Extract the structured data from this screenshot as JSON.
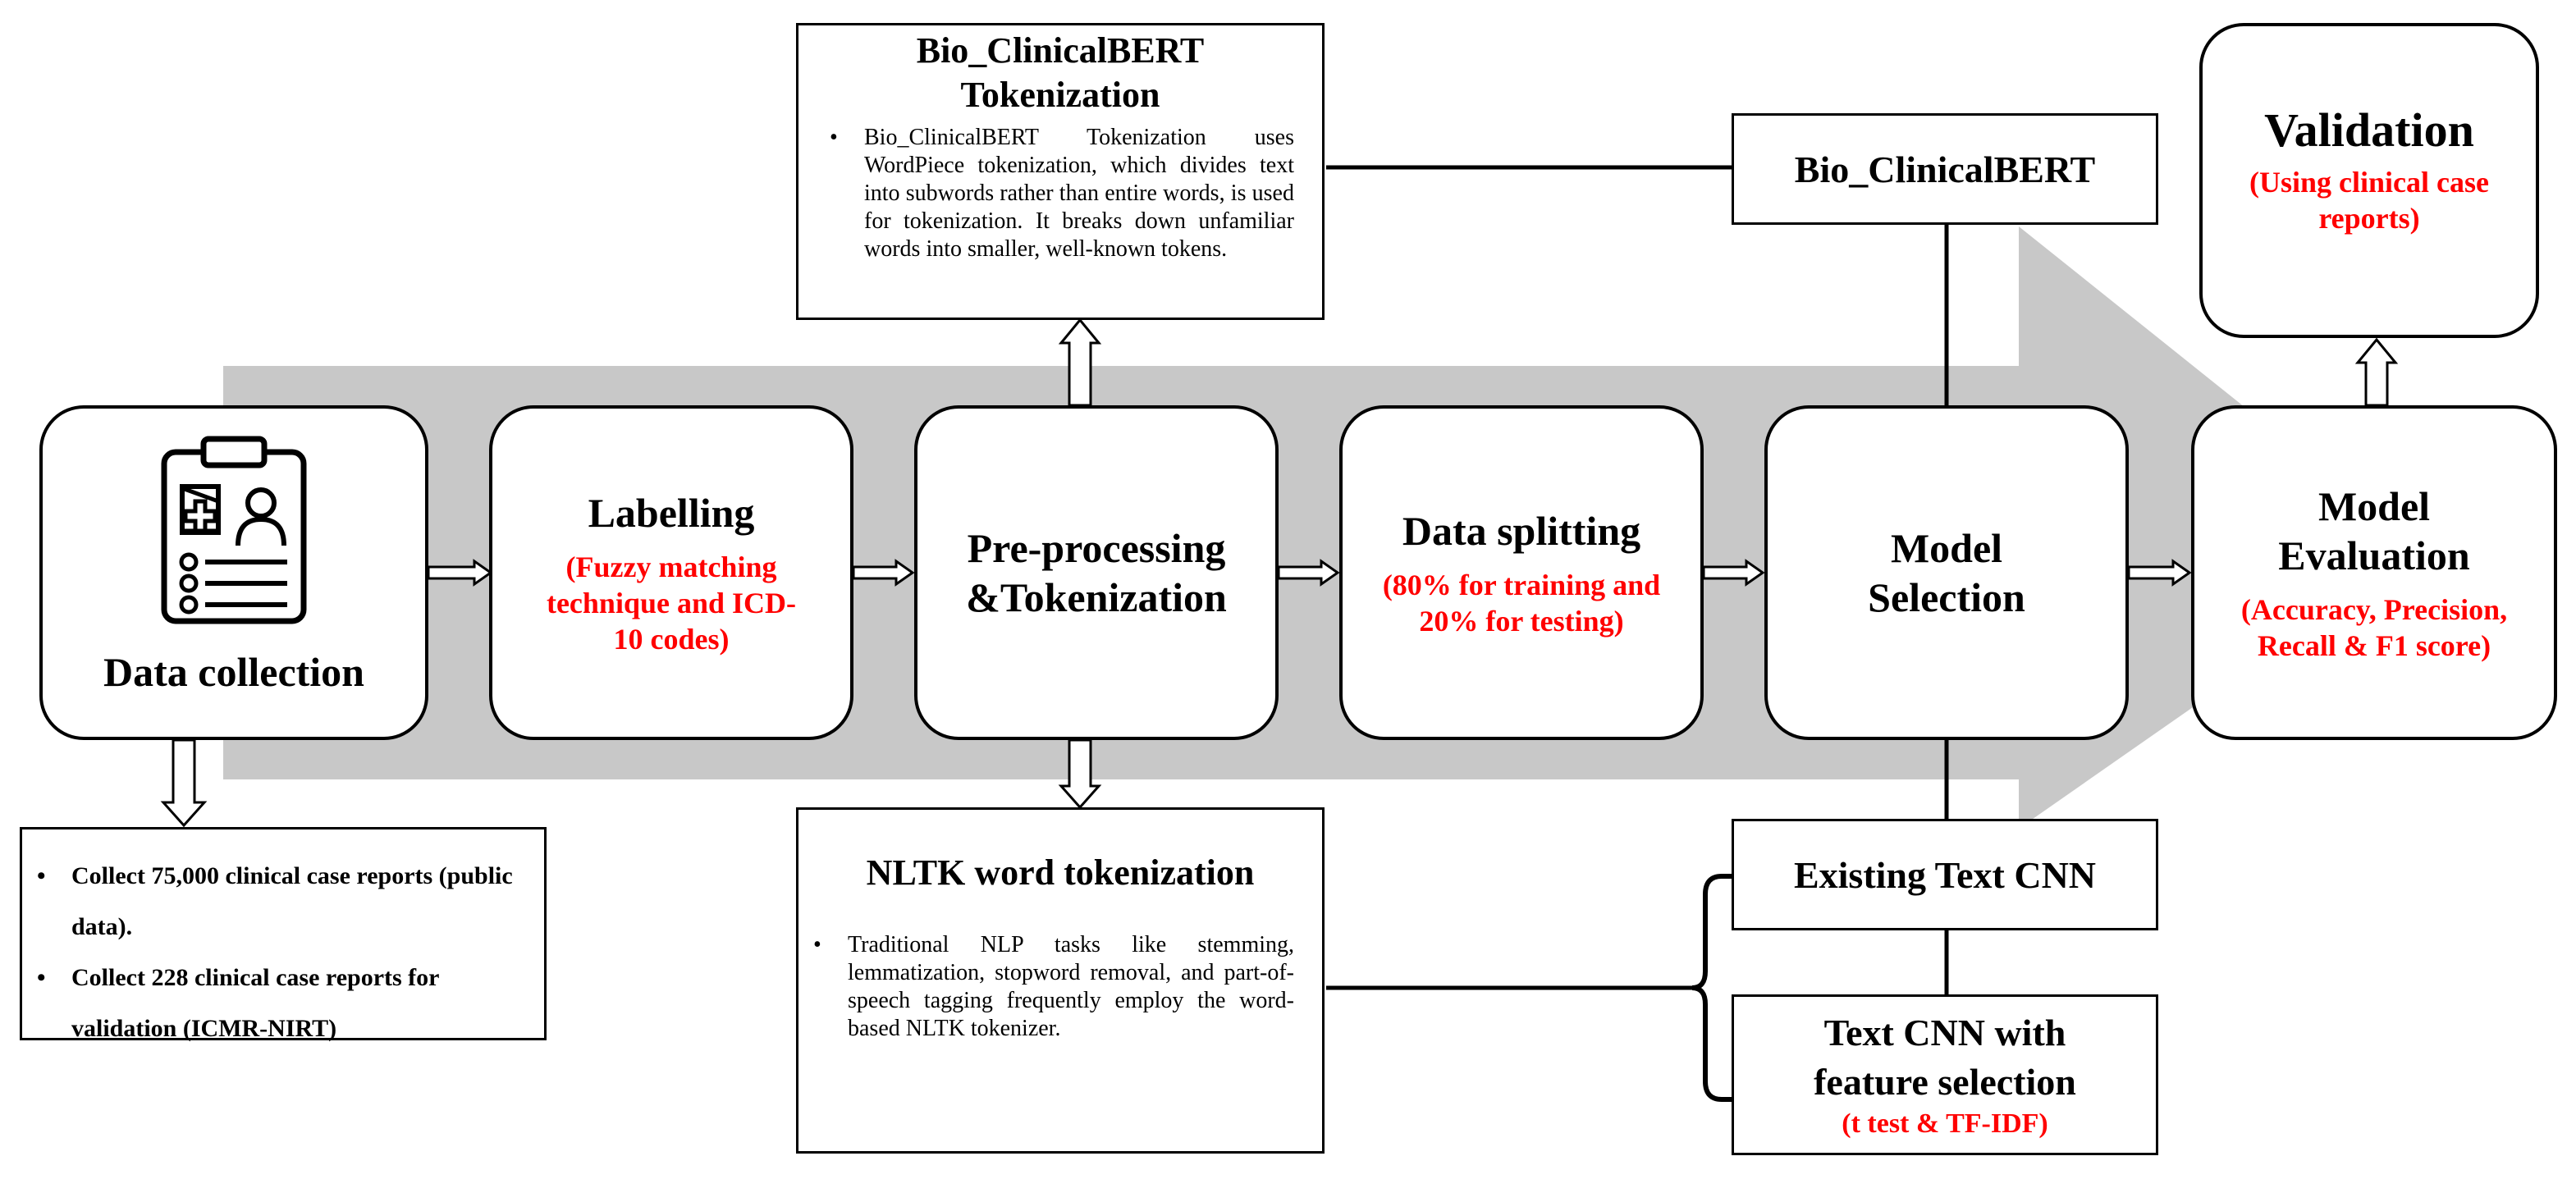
{
  "stages": {
    "data_collection": {
      "title": "Data collection"
    },
    "labelling": {
      "title": "Labelling",
      "subtitle": "(Fuzzy matching\ntechnique and ICD-\n10 codes)"
    },
    "preprocessing": {
      "title": "Pre-processing\n&Tokenization"
    },
    "data_splitting": {
      "title": "Data splitting",
      "subtitle": "(80% for training and\n20% for testing)"
    },
    "model_selection": {
      "title": "Model\nSelection"
    },
    "model_evaluation": {
      "title": "Model\nEvaluation",
      "subtitle": "(Accuracy, Precision,\nRecall & F1 score)"
    }
  },
  "validation": {
    "title": "Validation",
    "subtitle": "(Using clinical case\nreports)"
  },
  "bio_tokenization": {
    "title": "Bio_ClinicalBERT\nTokenization",
    "bullet": "Bio_ClinicalBERT Tokenization uses WordPiece tokenization, which divides text into subwords rather than entire words, is used for tokenization. It breaks down unfamiliar words into smaller, well-known tokens."
  },
  "nltk_tokenization": {
    "title": "NLTK word tokenization",
    "bullet": "Traditional NLP tasks like stemming, lemmatization, stopword removal, and part-of-speech tagging frequently employ the word-based NLTK tokenizer."
  },
  "data_sources": {
    "items": [
      "Collect 75,000 clinical case reports (public data).",
      "Collect 228 clinical case reports for validation (ICMR-NIRT)"
    ]
  },
  "models": {
    "bio_clinicalbert": "Bio_ClinicalBERT",
    "existing_text_cnn": "Existing Text CNN",
    "text_cnn_fs": {
      "title": "Text CNN with\nfeature selection",
      "subtitle": "(t test & TF-IDF)"
    }
  },
  "colors": {
    "flow_arrow": "#c8c8c8",
    "highlight": "#ff0000",
    "border": "#000000"
  },
  "icons": {
    "data_collection": "clipboard-medical-icon"
  }
}
